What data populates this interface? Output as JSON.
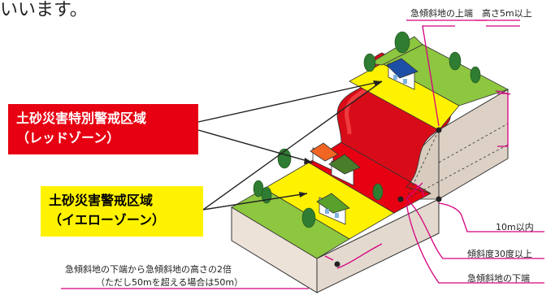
{
  "intro_text": "いいます。",
  "zones": {
    "red": {
      "line1": "土砂災害特別警戒区域",
      "line2": "（レッドゾーン）",
      "color": "#e60012"
    },
    "yellow": {
      "line1": "土砂災害警戒区域",
      "line2": "（イエローゾーン）",
      "color": "#fff200"
    }
  },
  "annotations": {
    "top_of_slope": "急傾斜地の上端",
    "height_over_5m": "高さ5m以上",
    "within_10m": "10m以内",
    "slope_over_30deg": "傾斜度30度以上",
    "bottom_of_slope": "急傾斜地の下端",
    "twice_height_line1": "急傾斜地の下端から急傾斜地の高さの2倍",
    "twice_height_line2": "（ただし50mを超える場合は50m）"
  },
  "colors": {
    "leader_line": "#d6007f",
    "ground_top": "#8dc63f",
    "ground_side": "#e4d9cf",
    "yellow_area": "#fff200",
    "red_area": "#e60012"
  }
}
